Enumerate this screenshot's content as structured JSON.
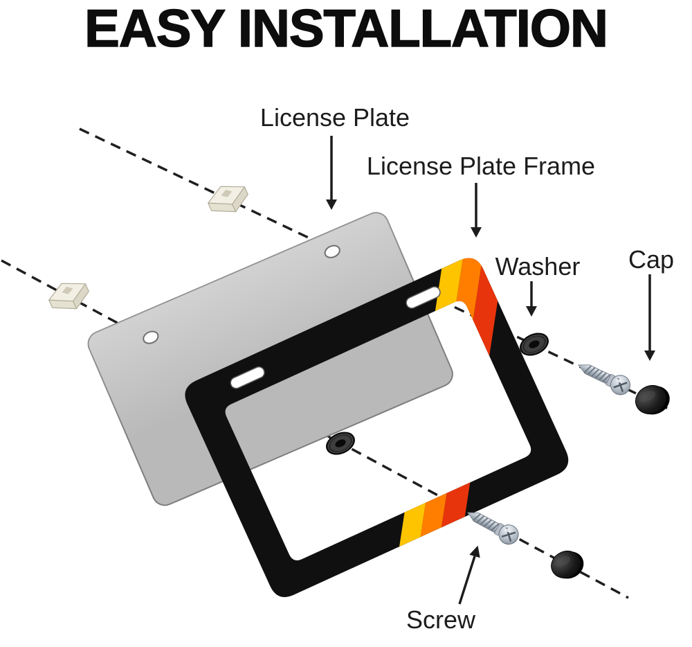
{
  "title": "EASY INSTALLATION",
  "labels": {
    "license_plate": "License Plate",
    "license_plate_frame": "License Plate Frame",
    "washer": "Washer",
    "cap": "Cap",
    "screw": "Screw"
  },
  "colors": {
    "background": "#ffffff",
    "title_text": "#0d0d0d",
    "label_text": "#1c1c1c",
    "dashed_line": "#1f1f1f",
    "plate_fill": "#b9b9b9",
    "plate_stroke": "#7e7e7e",
    "frame_fill": "#101010",
    "stripe_yellow": "#ffc400",
    "stripe_orange": "#ff7e00",
    "stripe_red": "#e8340c",
    "clip_fill": "#f2efe4",
    "washer_fill": "#262626",
    "cap_fill": "#0a0a0a"
  }
}
